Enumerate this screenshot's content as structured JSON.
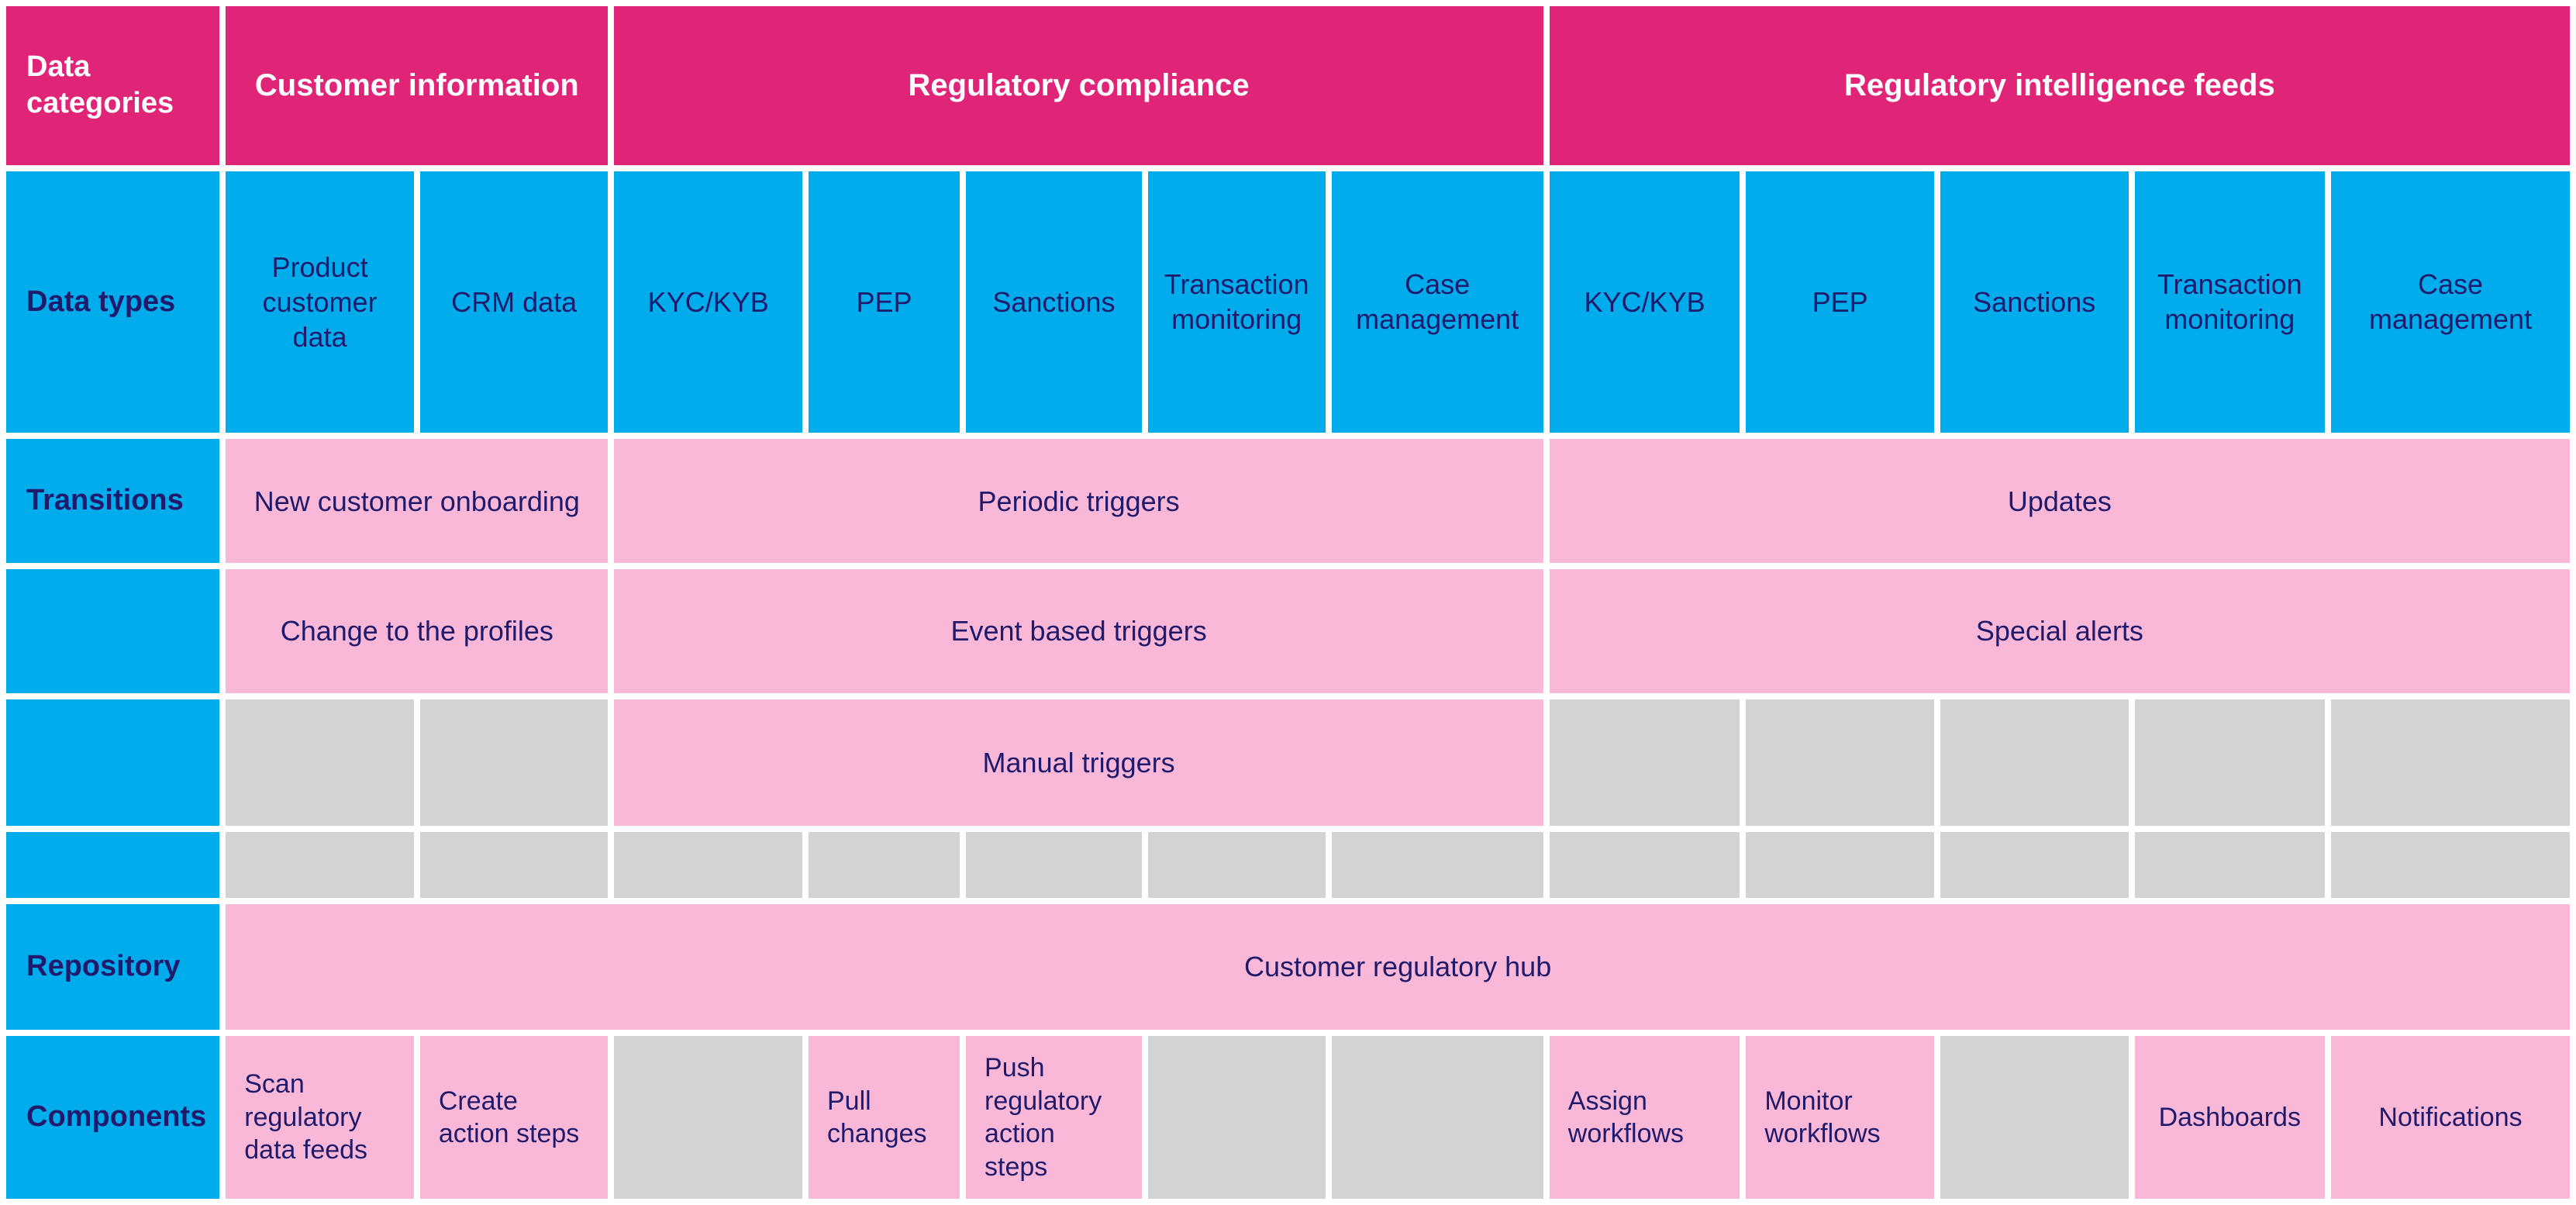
{
  "palette": {
    "magenta": "#E02478",
    "blue": "#00ACEB",
    "pink": "#F9B8D7",
    "gray": "#D3D3D3",
    "navy_text": "#1F1A6C",
    "white_text": "#FFFFFF",
    "background": "#FFFFFF"
  },
  "header_row": {
    "label": "Data categories",
    "groups": [
      {
        "label": "Customer information"
      },
      {
        "label": "Regulatory compliance"
      },
      {
        "label": "Regulatory intelligence feeds"
      }
    ]
  },
  "data_types_row": {
    "label": "Data types",
    "cells": [
      "Product customer data",
      "CRM data",
      "KYC/KYB",
      "PEP",
      "Sanctions",
      "Transaction monitoring",
      "Case management",
      "KYC/KYB",
      "PEP",
      "Sanctions",
      "Transaction monitoring",
      "Case management"
    ]
  },
  "transitions": {
    "label": "Transitions",
    "row1": {
      "customer_information": "New customer onboarding",
      "regulatory_compliance": "Periodic triggers",
      "regulatory_intelligence": "Updates"
    },
    "row2": {
      "customer_information": "Change to the profiles",
      "regulatory_compliance": "Event based triggers",
      "regulatory_intelligence": "Special alerts"
    },
    "row3": {
      "regulatory_compliance": "Manual triggers"
    }
  },
  "repository_row": {
    "label": "Repository",
    "cell": "Customer regulatory hub"
  },
  "components_row": {
    "label": "Components",
    "cells": [
      "Scan regulatory data feeds",
      "Create action steps",
      "",
      "Pull changes",
      "Push regulatory action steps",
      "",
      "",
      "Assign workflows",
      "Monitor workflows",
      "",
      "Dashboards",
      "Notifications"
    ]
  }
}
